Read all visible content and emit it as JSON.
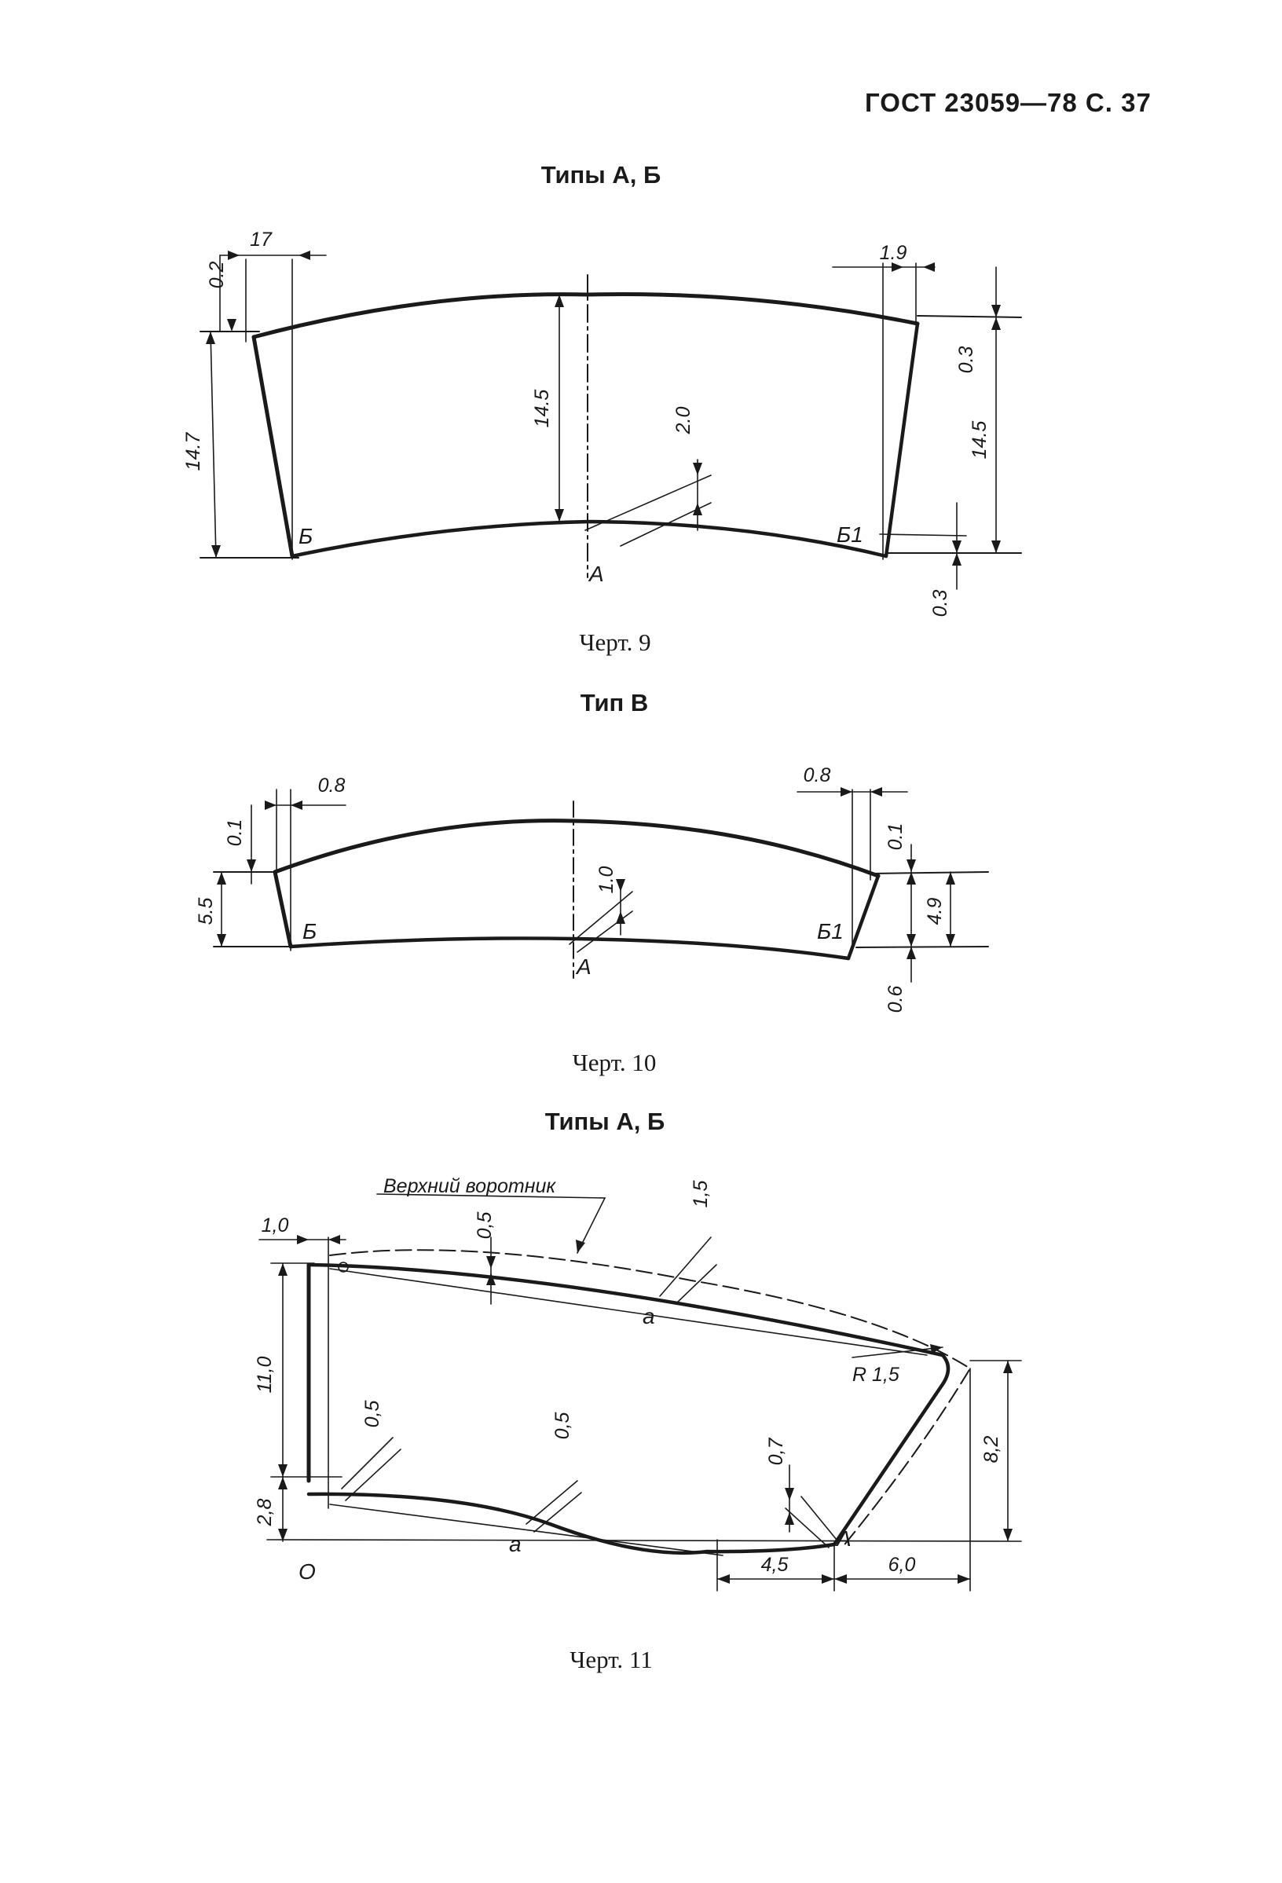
{
  "header": {
    "standard": "ГОСТ 23059—78 С. 37"
  },
  "figures": [
    {
      "title": "Типы А, Б",
      "caption": "Черт. 9",
      "dims": {
        "d1": "17",
        "d2": "1.9",
        "d3": "0.2",
        "d4": "0.3",
        "d5": "14.7",
        "d6": "14.5",
        "d7": "14.5",
        "d8": "2.0",
        "d9": "0.3"
      },
      "points": {
        "b": "Б",
        "b1": "Б1",
        "a": "А"
      }
    },
    {
      "title": "Тип В",
      "caption": "Черт. 10",
      "dims": {
        "d1": "0.8",
        "d2": "0.8",
        "d3": "0.1",
        "d4": "0.1",
        "d5": "5.5",
        "d6": "1.0",
        "d7": "4.9",
        "d8": "0.6"
      },
      "points": {
        "b": "Б",
        "b1": "Б1",
        "a": "А"
      }
    },
    {
      "title": "Типы А, Б",
      "caption": "Черт. 11",
      "note": "Верхний воротник",
      "dims": {
        "d1": "1,0",
        "d2": "0,5",
        "d3": "1,5",
        "d4": "11,0",
        "d5": "R 1,5",
        "d6": "0,5",
        "d7": "0,5",
        "d8": "0,7",
        "d9": "8,2",
        "d10": "2,8",
        "d11": "4,5",
        "d12": "6,0"
      },
      "points": {
        "a1": "а",
        "a2": "а",
        "A": "А",
        "O": "О"
      }
    }
  ]
}
